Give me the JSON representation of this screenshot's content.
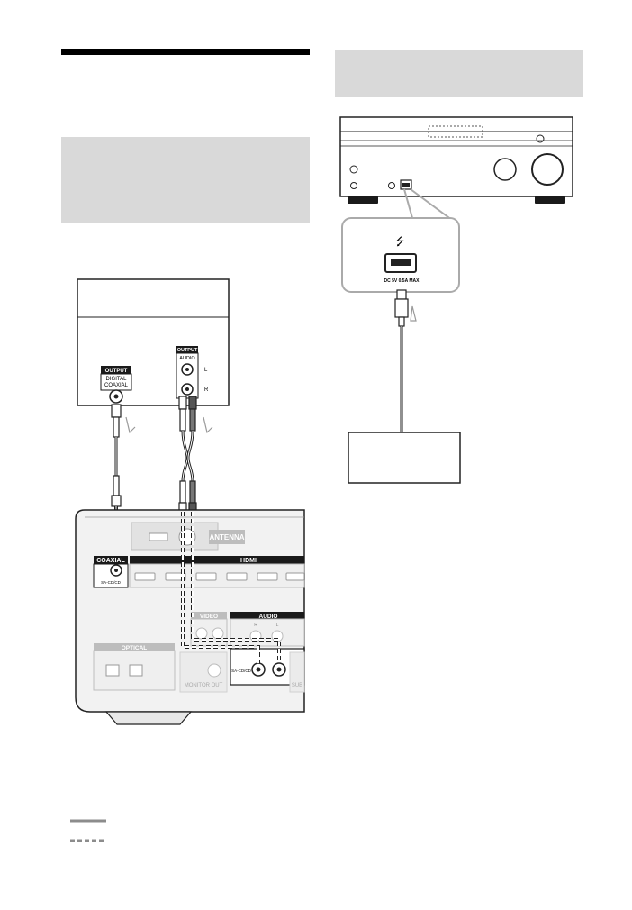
{
  "left_device": {
    "output_digital_label": "OUTPUT",
    "output_digital_sub1": "DIGITAL",
    "output_digital_sub2": "COAXIAL",
    "output_audio_label": "OUTPUT",
    "output_audio_sub": "AUDIO",
    "channel_l": "L",
    "channel_r": "R"
  },
  "receiver_panel": {
    "antenna_label": "ANTENNA",
    "coaxial_label": "COAXIAL",
    "coaxial_jack_label": "SA-CD/CD",
    "hdmi_label": "HDMI",
    "video_label": "VIDEO",
    "audio_label": "AUDIO",
    "audio_channel_r": "R",
    "audio_channel_l": "L",
    "audio_sacd_label": "SA-CD/CD",
    "optical_label": "OPTICAL",
    "monitor_out_label": "MONITOR OUT",
    "sub_label": "SUB"
  },
  "usb_detail": {
    "port_label": "DC 5V 0.5A MAX",
    "usb_symbol": "⭍"
  },
  "colors": {
    "cable_solid": "#8c8c8c",
    "cable_dashed": "#8c8c8c",
    "heading_box": "#d9d9d9",
    "panel_black": "#1a1a1a"
  }
}
